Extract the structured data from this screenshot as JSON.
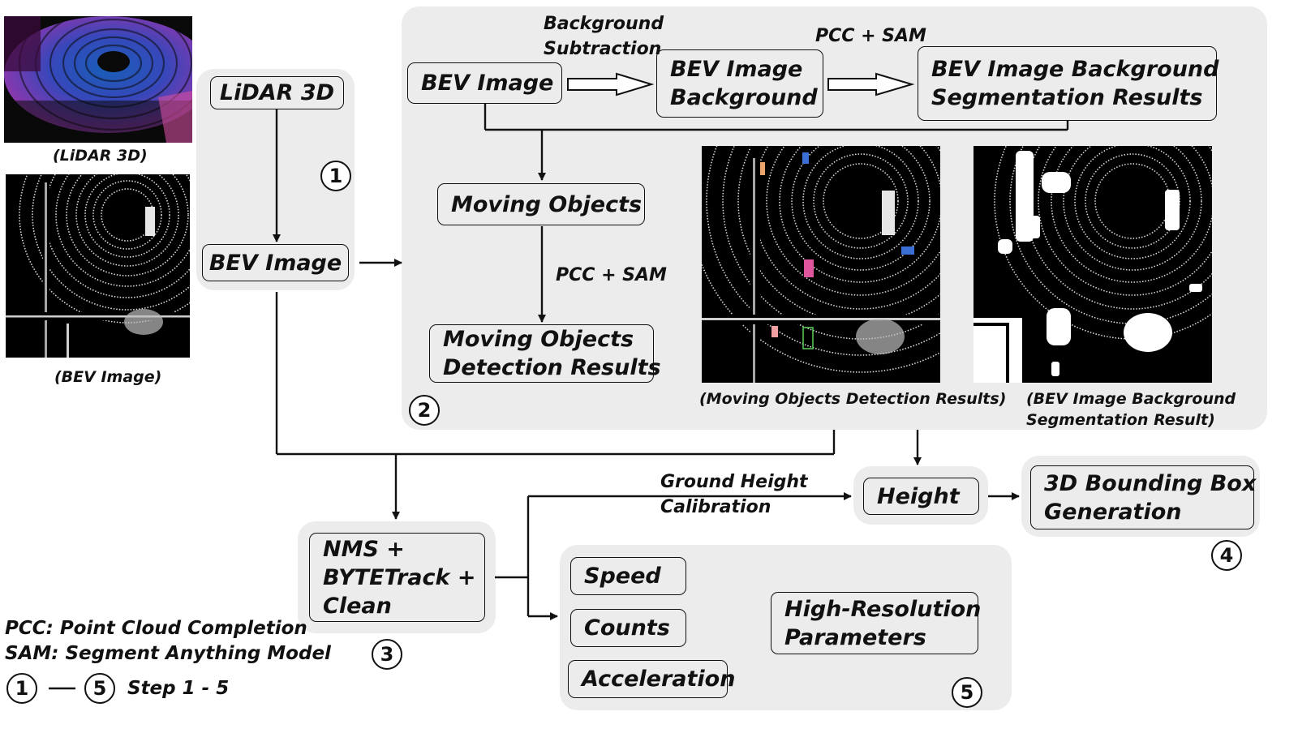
{
  "nodes": {
    "lidar": "LiDAR 3D",
    "bev": "BEV Image",
    "bev2": "BEV Image",
    "bev_bg": [
      "BEV Image",
      "Background"
    ],
    "bev_bg_seg": [
      "BEV Image Background",
      "Segmentation Results"
    ],
    "moving": "Moving Objects",
    "moving_det": [
      "Moving Objects",
      "Detection Results"
    ],
    "nms": [
      "NMS +",
      "BYTETrack +",
      "Clean"
    ],
    "height": "Height",
    "bbox": [
      "3D Bounding Box",
      "Generation"
    ],
    "speed": "Speed",
    "counts": "Counts",
    "accel": "Acceleration",
    "hires": [
      "High-Resolution",
      "Parameters"
    ]
  },
  "edge_labels": {
    "bg_sub": [
      "Background",
      "Subtraction"
    ],
    "pcc_sam_top": "PCC + SAM",
    "pcc_sam_mid": "PCC + SAM",
    "ground": [
      "Ground Height",
      "Calibration"
    ]
  },
  "captions": {
    "lidar": "(LiDAR 3D)",
    "bev": "(BEV Image)",
    "mod": "(Moving Objects Detection Results)",
    "seg": [
      "(BEV Image Background",
      "Segmentation Result)"
    ]
  },
  "legend": {
    "pcc": "PCC: Point Cloud Completion",
    "sam": "SAM: Segment Anything Model",
    "range": "Step 1 - 5",
    "from": "1",
    "to": "5"
  },
  "steps": [
    "1",
    "2",
    "3",
    "4",
    "5"
  ]
}
